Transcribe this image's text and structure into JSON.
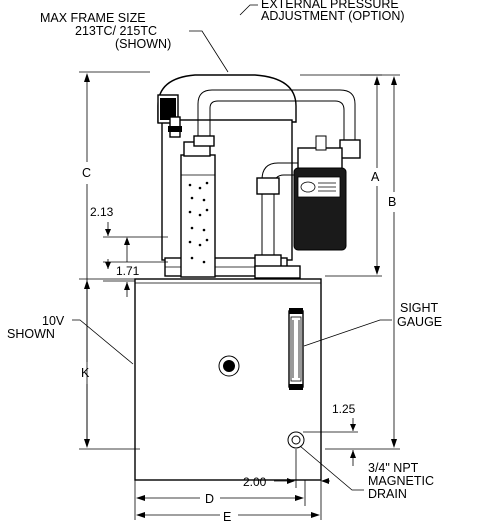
{
  "labels": {
    "external_pressure_line1": "EXTERNAL PRESSURE",
    "external_pressure_line2": "ADJUSTMENT (OPTION)",
    "max_frame_line1": "MAX FRAME SIZE",
    "max_frame_line2": "213TC/ 215TC",
    "max_frame_line3": "(SHOWN)",
    "sight_gauge_line1": "SIGHT",
    "sight_gauge_line2": "GAUGE",
    "reservoir_line1": "10V",
    "reservoir_line2": "SHOWN",
    "drain_line1": "3/4\" NPT",
    "drain_line2": "MAGNETIC",
    "drain_line3": "DRAIN"
  },
  "dimensions": {
    "A": "A",
    "B": "B",
    "C": "C",
    "D": "D",
    "E": "E",
    "K": "K",
    "d_213": "2.13",
    "d_171": "1.71",
    "d_125": "1.25",
    "d_200": "2.00"
  },
  "colors": {
    "line": "#000000",
    "background": "#ffffff",
    "filter_body": "#1a1a1a"
  }
}
